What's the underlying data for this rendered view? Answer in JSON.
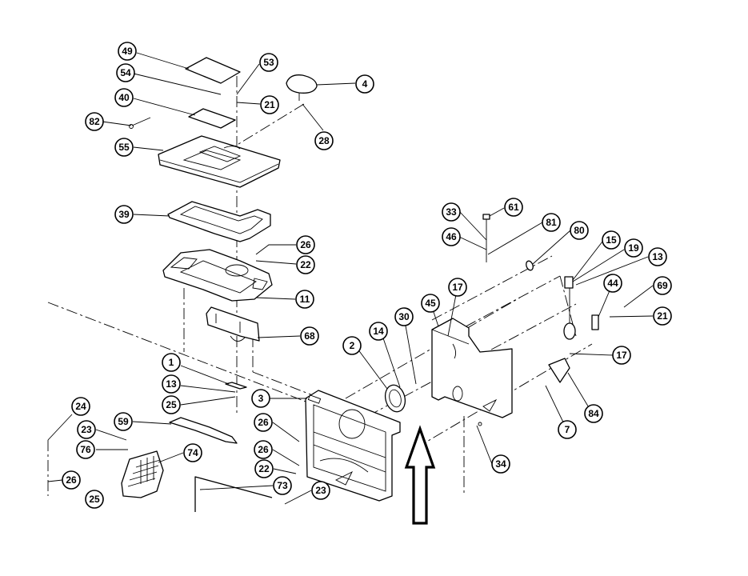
{
  "callouts": [
    {
      "label": "49"
    },
    {
      "label": "53"
    },
    {
      "label": "54"
    },
    {
      "label": "4"
    },
    {
      "label": "40"
    },
    {
      "label": "21"
    },
    {
      "label": "82"
    },
    {
      "label": "28"
    },
    {
      "label": "55"
    },
    {
      "label": "39"
    },
    {
      "label": "26"
    },
    {
      "label": "22"
    },
    {
      "label": "11"
    },
    {
      "label": "68"
    },
    {
      "label": "1"
    },
    {
      "label": "13"
    },
    {
      "label": "25"
    },
    {
      "label": "3"
    },
    {
      "label": "24"
    },
    {
      "label": "59"
    },
    {
      "label": "23"
    },
    {
      "label": "26"
    },
    {
      "label": "76"
    },
    {
      "label": "74"
    },
    {
      "label": "26"
    },
    {
      "label": "22"
    },
    {
      "label": "26"
    },
    {
      "label": "73"
    },
    {
      "label": "23"
    },
    {
      "label": "25"
    },
    {
      "label": "2"
    },
    {
      "label": "14"
    },
    {
      "label": "30"
    },
    {
      "label": "45"
    },
    {
      "label": "17"
    },
    {
      "label": "33"
    },
    {
      "label": "61"
    },
    {
      "label": "81"
    },
    {
      "label": "46"
    },
    {
      "label": "80"
    },
    {
      "label": "15"
    },
    {
      "label": "19"
    },
    {
      "label": "13"
    },
    {
      "label": "44"
    },
    {
      "label": "69"
    },
    {
      "label": "21"
    },
    {
      "label": "17"
    },
    {
      "label": "84"
    },
    {
      "label": "7"
    },
    {
      "label": "34"
    }
  ]
}
